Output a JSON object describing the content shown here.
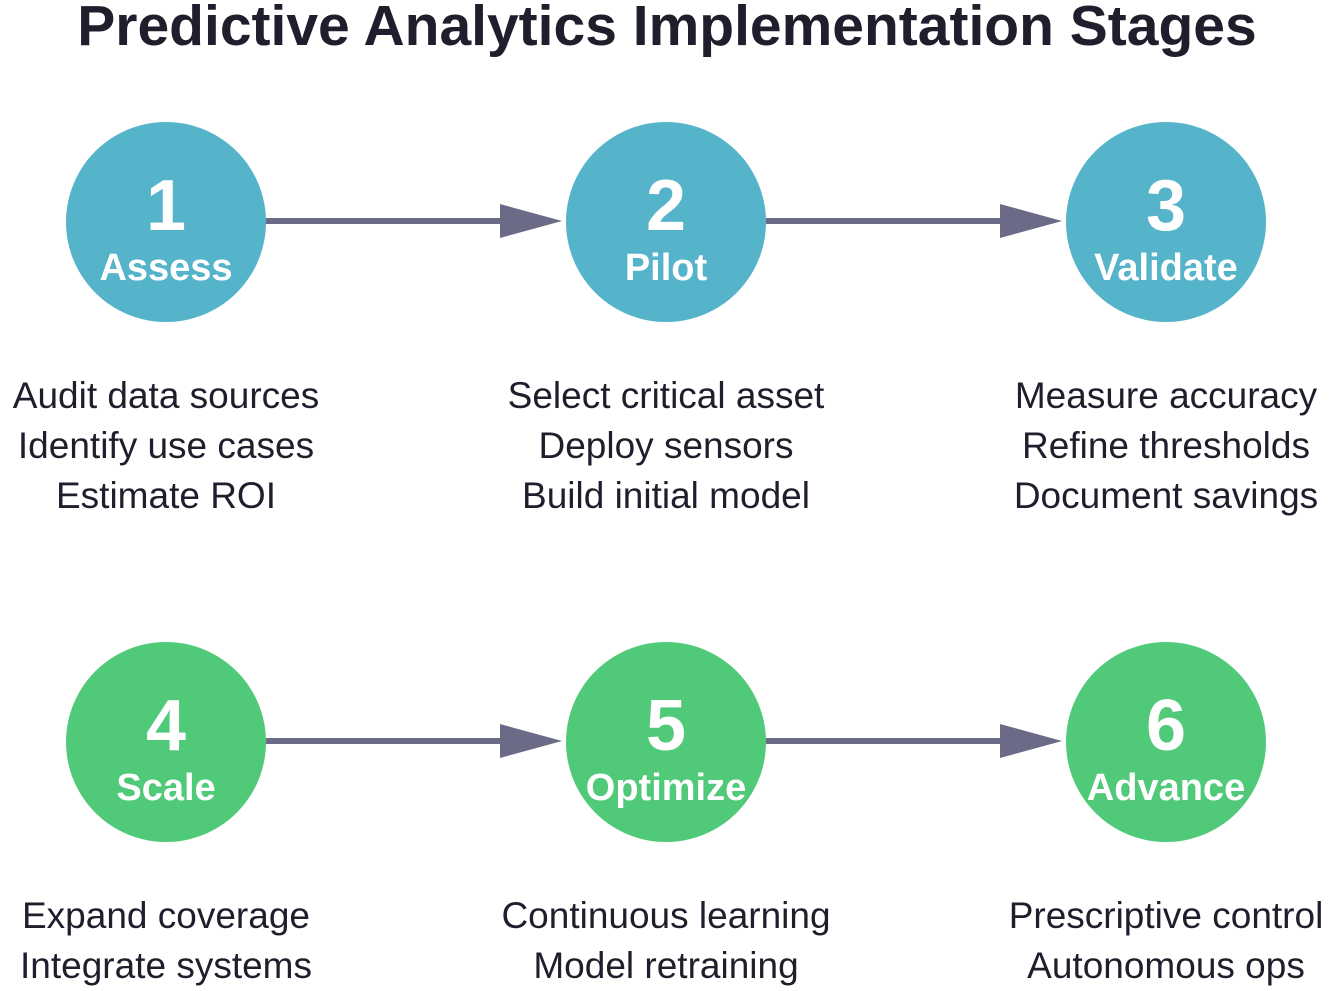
{
  "title": "Predictive Analytics Implementation Stages",
  "colors": {
    "row1_circle": "#55b3ca",
    "row2_circle": "#50c979",
    "arrow": "#6b6b88",
    "text": "#1e1e2c",
    "circle_text": "#ffffff"
  },
  "stages": [
    {
      "number": "1",
      "name": "Assess",
      "lines": [
        "Audit data sources",
        "Identify use cases",
        "Estimate ROI"
      ]
    },
    {
      "number": "2",
      "name": "Pilot",
      "lines": [
        "Select critical asset",
        "Deploy sensors",
        "Build initial model"
      ]
    },
    {
      "number": "3",
      "name": "Validate",
      "lines": [
        "Measure accuracy",
        "Refine thresholds",
        "Document savings"
      ]
    },
    {
      "number": "4",
      "name": "Scale",
      "lines": [
        "Expand coverage",
        "Integrate systems"
      ]
    },
    {
      "number": "5",
      "name": "Optimize",
      "lines": [
        "Continuous learning",
        "Model retraining"
      ]
    },
    {
      "number": "6",
      "name": "Advance",
      "lines": [
        "Prescriptive control",
        "Autonomous ops"
      ]
    }
  ]
}
